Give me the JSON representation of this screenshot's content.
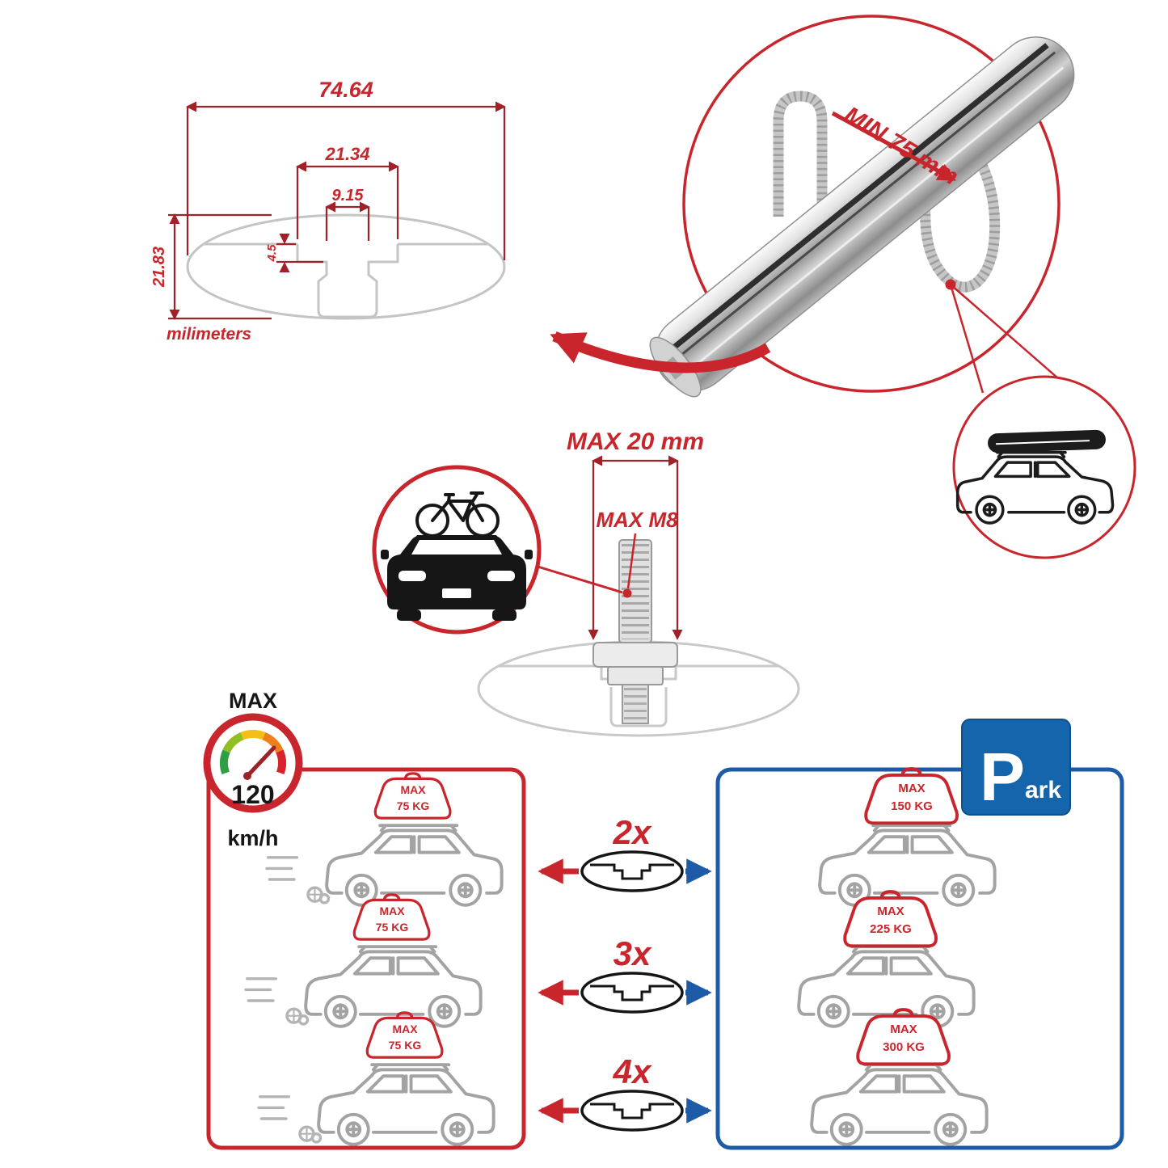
{
  "colors": {
    "red": "#c8252c",
    "dim_red": "#a02128",
    "blue": "#1d5ba6",
    "park_blue": "#1565ad",
    "profile_gray": "#c4c4c4",
    "car_gray": "#a3a3a3",
    "black": "#161616"
  },
  "dimensions": {
    "total_width": "74.64",
    "channel_width": "21.34",
    "slot_width": "9.15",
    "step_depth": "4.5",
    "total_height": "21.83",
    "unit": "milimeters"
  },
  "bar_detail": {
    "min_label": "MIN 75 mm"
  },
  "bolt": {
    "max_length": "MAX 20 mm",
    "max_thread": "MAX M8"
  },
  "speed": {
    "label": "MAX",
    "value": "120",
    "unit": "km/h"
  },
  "multipliers": [
    "2x",
    "3x",
    "4x"
  ],
  "loads_left": [
    {
      "label": "MAX",
      "value": "75 KG"
    },
    {
      "label": "MAX",
      "value": "75 KG"
    },
    {
      "label": "MAX",
      "value": "75 KG"
    }
  ],
  "loads_right": [
    {
      "label": "MAX",
      "value": "150 KG"
    },
    {
      "label": "MAX",
      "value": "225 KG"
    },
    {
      "label": "MAX",
      "value": "300 KG"
    }
  ],
  "park_sign": {
    "letter": "P",
    "suffix": "ark"
  },
  "icons": [
    "speedometer-icon",
    "parking-sign-icon",
    "bicycle-icon",
    "car-front-icon",
    "suv-icon",
    "cargo-bag-icon",
    "u-bolt-icon",
    "crossbar-profile-icon",
    "arrow-icon",
    "crossbar-render",
    "motion-lines-icon"
  ]
}
